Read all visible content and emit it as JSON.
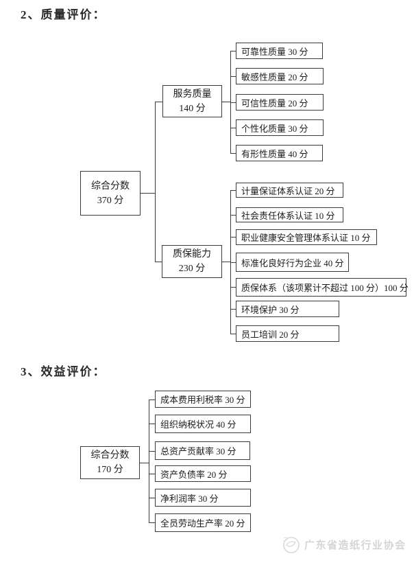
{
  "titles": {
    "section2": "2、质量评价：",
    "section3": "3、效益评价："
  },
  "quality_tree": {
    "root": {
      "line1": "综合分数",
      "line2": "370 分"
    },
    "service": {
      "line1": "服务质量",
      "line2": "140 分"
    },
    "service_children": [
      {
        "label": "可靠性质量 30 分"
      },
      {
        "label": "敏感性质量 20 分"
      },
      {
        "label": "可信性质量 20 分"
      },
      {
        "label": "个性化质量 30 分"
      },
      {
        "label": "有形性质量 40 分"
      }
    ],
    "assurance": {
      "line1": "质保能力",
      "line2": "230 分"
    },
    "assurance_children": [
      {
        "label": "计量保证体系认证 20 分"
      },
      {
        "label": "社会责任体系认证 10 分"
      },
      {
        "label": "职业健康安全管理体系认证 10 分"
      },
      {
        "label": "标准化良好行为企业 40 分"
      },
      {
        "label": "质保体系（该项累计不超过 100 分）100 分"
      },
      {
        "label": "环境保护 30 分"
      },
      {
        "label": "员工培训 20 分"
      }
    ]
  },
  "benefit_tree": {
    "root": {
      "line1": "综合分数",
      "line2": "170 分"
    },
    "children": [
      {
        "label": "成本费用利税率 30 分"
      },
      {
        "label": "组织纳税状况 40 分"
      },
      {
        "label": "总资产贡献率 30 分"
      },
      {
        "label": "资产负债率 20 分"
      },
      {
        "label": "净利润率 30 分"
      },
      {
        "label": "全员劳动生产率 20 分"
      }
    ]
  },
  "footer": {
    "org_name": "广东省造纸行业协会"
  },
  "colors": {
    "line": "#3a3a3a",
    "text": "#1c1c1c",
    "footer_text": "#d5d5d5",
    "background": "#ffffff"
  }
}
